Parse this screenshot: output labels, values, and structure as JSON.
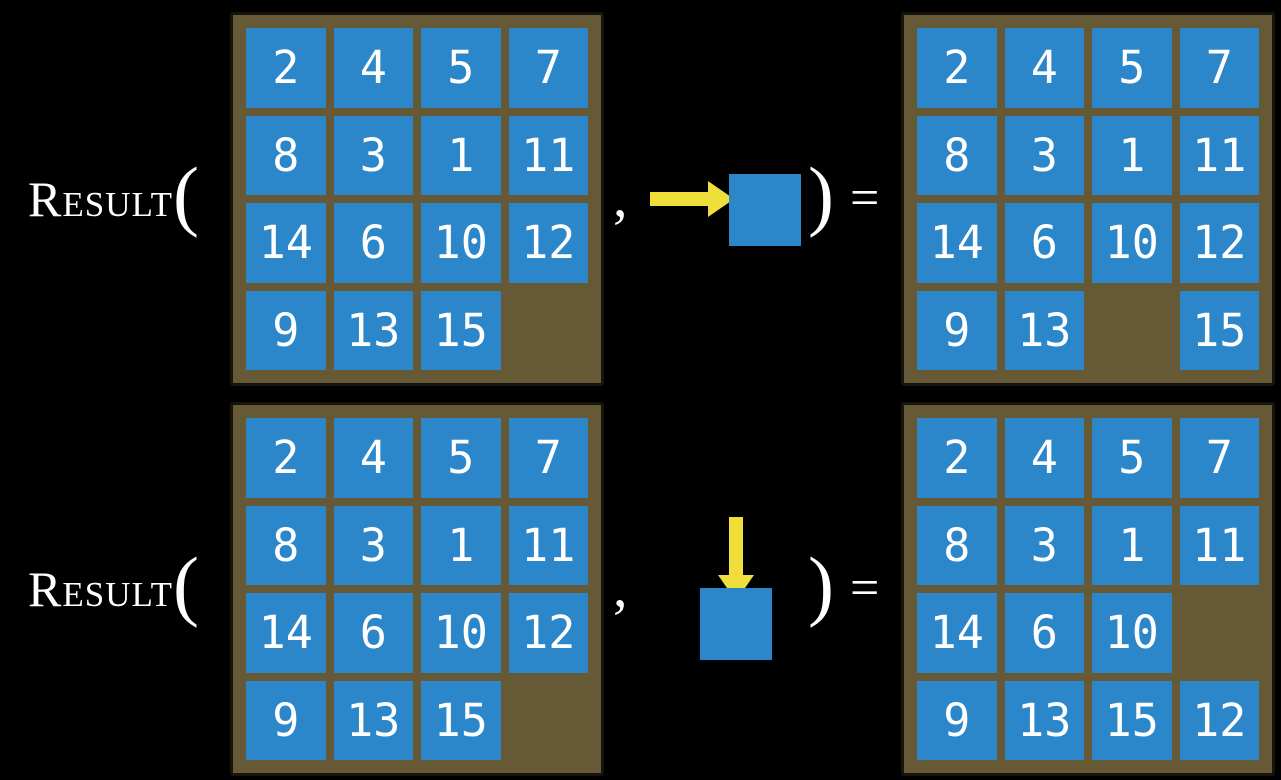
{
  "figure": {
    "function_label": "Result",
    "open_paren": "(",
    "comma": ",",
    "close_paren": ")",
    "equals": "="
  },
  "colors": {
    "background": "#000000",
    "board_brown": "#665935",
    "board_border": "#17140e",
    "tile_blue": "#2b87ca",
    "arrow_yellow": "#f0df3a",
    "number_white": "#ffffff"
  },
  "rows": [
    {
      "arrow_direction": "right",
      "input_grid": [
        [
          "2",
          "4",
          "5",
          "7"
        ],
        [
          "8",
          "3",
          "1",
          "11"
        ],
        [
          "14",
          "6",
          "10",
          "12"
        ],
        [
          "9",
          "13",
          "15",
          ""
        ]
      ],
      "result_grid": [
        [
          "2",
          "4",
          "5",
          "7"
        ],
        [
          "8",
          "3",
          "1",
          "11"
        ],
        [
          "14",
          "6",
          "10",
          "12"
        ],
        [
          "9",
          "13",
          "",
          "15"
        ]
      ]
    },
    {
      "arrow_direction": "down",
      "input_grid": [
        [
          "2",
          "4",
          "5",
          "7"
        ],
        [
          "8",
          "3",
          "1",
          "11"
        ],
        [
          "14",
          "6",
          "10",
          "12"
        ],
        [
          "9",
          "13",
          "15",
          ""
        ]
      ],
      "result_grid": [
        [
          "2",
          "4",
          "5",
          "7"
        ],
        [
          "8",
          "3",
          "1",
          "11"
        ],
        [
          "14",
          "6",
          "10",
          ""
        ],
        [
          "9",
          "13",
          "15",
          "12"
        ]
      ]
    }
  ]
}
